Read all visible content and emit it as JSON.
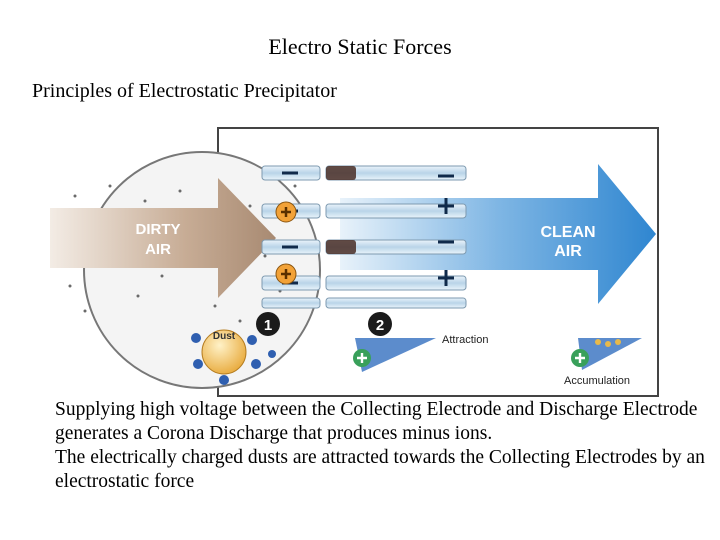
{
  "slide": {
    "title": "Electro Static Forces",
    "subtitle": "Principles of Electrostatic Precipitator"
  },
  "figure": {
    "dirty_air_label": "DIRTY AIR",
    "clean_air_label": "CLEAN AIR",
    "dust_label": "Dust",
    "step_markers": [
      "1",
      "2"
    ],
    "attraction_label": "Attraction",
    "accumulation_label": "Accumulation",
    "colors": {
      "dirty_arrow": "#b79a82",
      "clean_arrow": "#3d8fd3",
      "electrode": "#cfe3f0",
      "plus_badge": "#f2a238",
      "plus_marker": "#39a05a",
      "ion": "#2f5fb0"
    }
  },
  "caption": {
    "paragraph1": "Supplying high voltage between the Collecting Electrode and Discharge Electrode generates a Corona Discharge that produces minus ions.",
    "paragraph2": "The electrically charged dusts are attracted towards the Collecting Electrodes by an electrostatic force"
  }
}
